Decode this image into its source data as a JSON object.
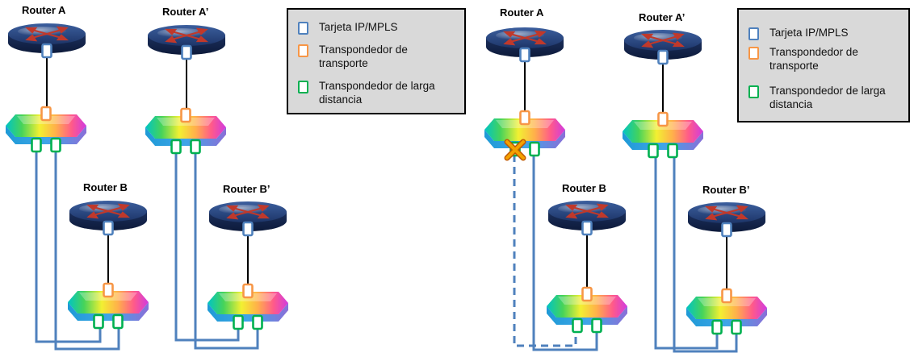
{
  "colors": {
    "ip_mpls": "#4f81bd",
    "transport": "#f79646",
    "long_haul": "#00b050",
    "fiber": "#4f81bd",
    "failure": "#f4a200"
  },
  "left": {
    "routers": {
      "a": "Router A",
      "a_prime": "Router A’",
      "b": "Router B",
      "b_prime": "Router B’"
    },
    "legend": {
      "items": [
        {
          "label": "Tarjeta IP/MPLS"
        },
        {
          "label": "Transpondedor de transporte"
        },
        {
          "label": "Transpondedor de larga distancia"
        }
      ]
    }
  },
  "right": {
    "routers": {
      "a": "Router A",
      "a_prime": "Router A’",
      "b": "Router B",
      "b_prime": "Router B’"
    },
    "legend": {
      "items": [
        {
          "label": "Tarjeta IP/MPLS"
        },
        {
          "label": "Transpondedor de transporte"
        },
        {
          "label": "Transpondedor de larga distancia"
        }
      ]
    },
    "failure_icon": "cross-icon"
  }
}
